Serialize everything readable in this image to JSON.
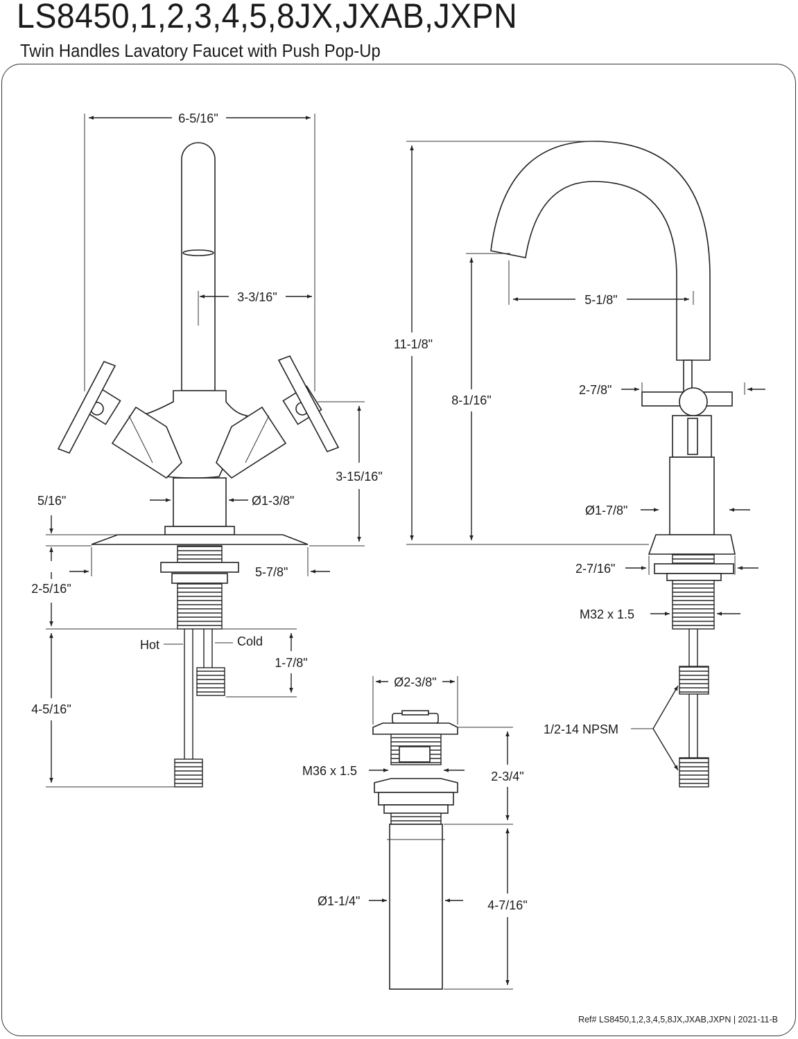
{
  "header": {
    "title": "LS8450,1,2,3,4,5,8JX,JXAB,JXPN",
    "subtitle": "Twin Handles Lavatory Faucet with Push Pop-Up"
  },
  "front_view": {
    "overall_width": "6-5/16\"",
    "spout_offset": "3-3/16\"",
    "body_height": "3-15/16\"",
    "body_diameter": "Ø1-3/8\"",
    "plate_thickness": "5/16\"",
    "plate_width": "5-7/8\"",
    "shank_length": "2-5/16\"",
    "hot_label": "Hot",
    "cold_label": "Cold",
    "supply_offset": "1-7/8\"",
    "supply_length": "4-5/16\""
  },
  "side_view": {
    "overall_height": "11-1/8\"",
    "spout_height": "8-1/16\"",
    "spout_reach": "5-1/8\"",
    "handle_width": "2-7/8\"",
    "body_diameter": "Ø1-7/8\"",
    "nut_diameter": "2-7/16\"",
    "thread": "M32 x 1.5",
    "connection": "1/2-14 NPSM"
  },
  "drain_view": {
    "flange_diameter": "Ø2-3/8\"",
    "thread": "M36 x 1.5",
    "body_height": "2-3/4\"",
    "tail_diameter": "Ø1-1/4\"",
    "tail_length": "4-7/16\""
  },
  "footer": {
    "reference": "Ref# LS8450,1,2,3,4,5,8JX,JXAB,JXPN | 2021-11-B"
  }
}
